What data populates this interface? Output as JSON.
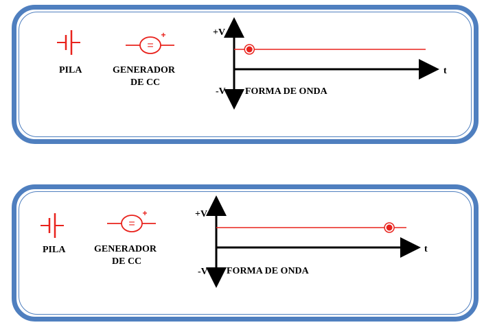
{
  "colors": {
    "frame": "#4f7fbf",
    "symbol": "#e8221c",
    "axis": "#000000",
    "signal": "#e8221c"
  },
  "panels": [
    {
      "pila_label": "PILA",
      "generator_label_line1": "GENERADOR",
      "generator_label_line2": "DE CC",
      "generator_symbol": "=",
      "generator_polarity": "+",
      "y_pos_label": "+V",
      "y_neg_label": "-V",
      "x_label": "t",
      "waveform_label": "FORMA DE ONDA",
      "marker_fraction": 0.08
    },
    {
      "pila_label": "PILA",
      "generator_label_line1": "GENERADOR",
      "generator_label_line2": "DE CC",
      "generator_symbol": "=",
      "generator_polarity": "+",
      "y_pos_label": "+V",
      "y_neg_label": "-V",
      "x_label": "t",
      "waveform_label": "FORMA DE ONDA",
      "marker_fraction": 0.91
    }
  ]
}
